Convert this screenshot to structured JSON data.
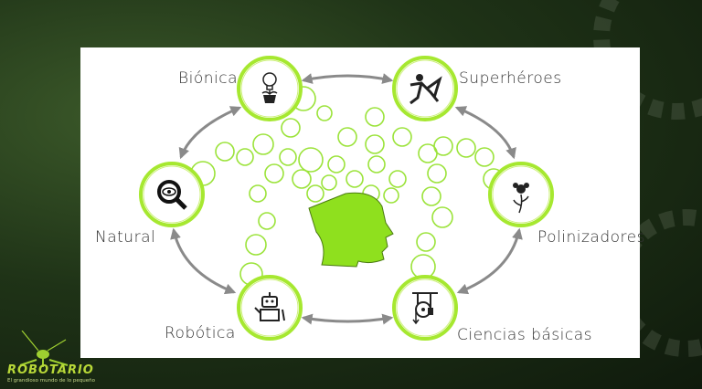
{
  "nodes": [
    {
      "id": "bionica",
      "label": "Biónica",
      "icon": "lightbulb-plant-icon"
    },
    {
      "id": "superheroes",
      "label": "Superhéroes",
      "icon": "superhero-icon"
    },
    {
      "id": "natural",
      "label": "Natural",
      "icon": "magnifier-eye-icon"
    },
    {
      "id": "polinizadores",
      "label": "Polinizadores",
      "icon": "flower-bee-icon"
    },
    {
      "id": "robotica",
      "label": "Robótica",
      "icon": "robot-icon"
    },
    {
      "id": "ciencias",
      "label": "Ciencias básicas",
      "icon": "pulley-icon"
    }
  ],
  "logo": {
    "name": "ROBOTARIO",
    "tagline": "El grandioso mundo de lo pequeño"
  },
  "colors": {
    "accent": "#8ee62a",
    "ring": "#a6e830",
    "arrow": "#8a8a8a",
    "head": "#8fe01e"
  }
}
